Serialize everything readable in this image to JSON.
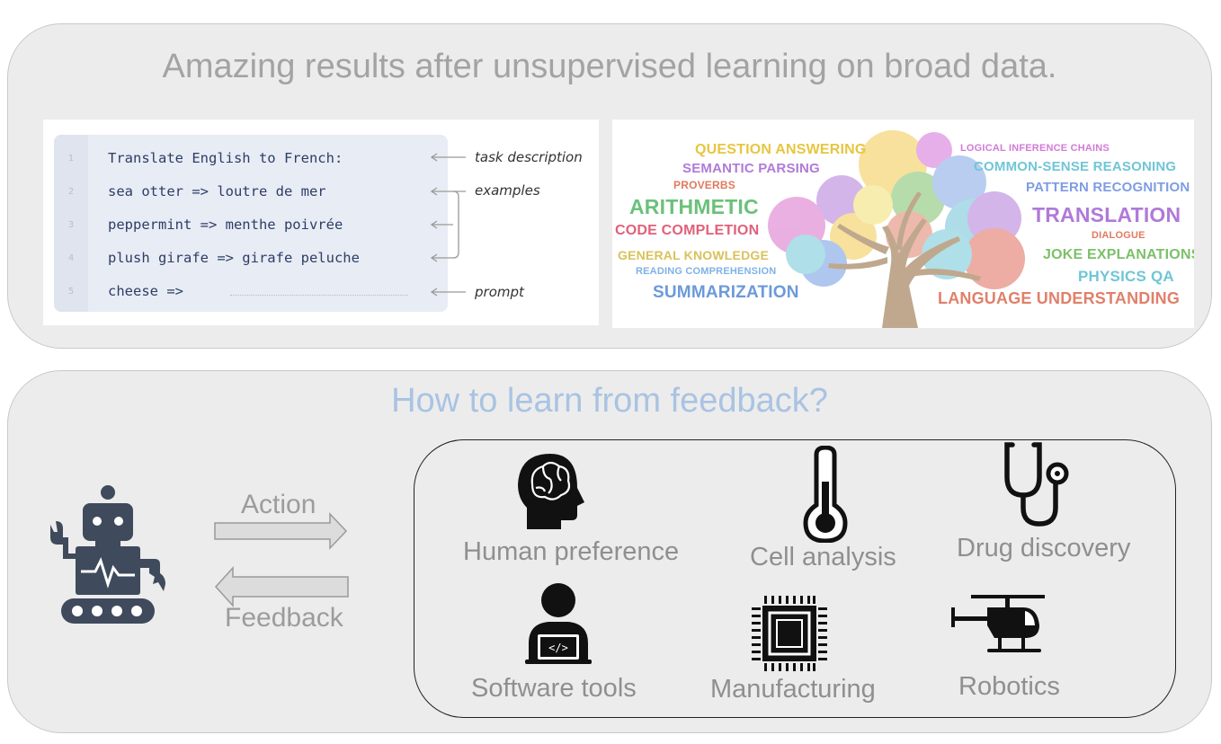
{
  "top_panel": {
    "title": "Amazing results after unsupervised learning on broad data.",
    "prompt_example": {
      "line_numbers": [
        "1",
        "2",
        "3",
        "4",
        "5"
      ],
      "lines": [
        "Translate English to French:",
        "sea otter => loutre de mer",
        "peppermint => menthe poivrée",
        "plush girafe => girafe peluche",
        "cheese =>"
      ],
      "annotations": {
        "task_description": "task description",
        "examples": "examples",
        "prompt": "prompt"
      }
    },
    "word_cloud": {
      "colors": {
        "question_answering": "#e7c640",
        "semantic_parsing": "#b07ad8",
        "proverbs": "#e07a5f",
        "arithmetic": "#6cc07a",
        "code_completion": "#e0607a",
        "general_knowledge": "#d9c25a",
        "reading_comprehension": "#7fb2e3",
        "summarization": "#6c9ad9",
        "logical_inference_chains": "#d27ad8",
        "common_sense_reasoning": "#6fc6d6",
        "pattern_recognition": "#7f9ce3",
        "translation": "#b07ad8",
        "dialogue": "#e07a5f",
        "joke_explanations": "#7cc06a",
        "physics_qa": "#6fc6d6",
        "language_understanding": "#e0806a"
      },
      "words": {
        "question_answering": "QUESTION ANSWERING",
        "semantic_parsing": "SEMANTIC PARSING",
        "proverbs": "PROVERBS",
        "arithmetic": "ARITHMETIC",
        "code_completion": "CODE COMPLETION",
        "general_knowledge": "GENERAL KNOWLEDGE",
        "reading_comprehension": "READING COMPREHENSION",
        "summarization": "SUMMARIZATION",
        "logical_inference_chains": "LOGICAL INFERENCE CHAINS",
        "common_sense_reasoning": "COMMON-SENSE REASONING",
        "pattern_recognition": "PATTERN RECOGNITION",
        "translation": "TRANSLATION",
        "dialogue": "DIALOGUE",
        "joke_explanations": "JOKE EXPLANATIONS",
        "physics_qa": "PHYSICS QA",
        "language_understanding": "LANGUAGE UNDERSTANDING"
      }
    }
  },
  "bottom_panel": {
    "title": "How to learn from feedback?",
    "agent": {
      "icon": "robot-icon"
    },
    "arrows": {
      "action": "Action",
      "feedback": "Feedback"
    },
    "environments": [
      {
        "icon": "brain-head-icon",
        "label": "Human preference"
      },
      {
        "icon": "thermometer-icon",
        "label": "Cell analysis"
      },
      {
        "icon": "stethoscope-icon",
        "label": "Drug discovery"
      },
      {
        "icon": "developer-laptop-icon",
        "label": "Software tools"
      },
      {
        "icon": "microchip-icon",
        "label": "Manufacturing"
      },
      {
        "icon": "helicopter-icon",
        "label": "Robotics"
      }
    ]
  }
}
